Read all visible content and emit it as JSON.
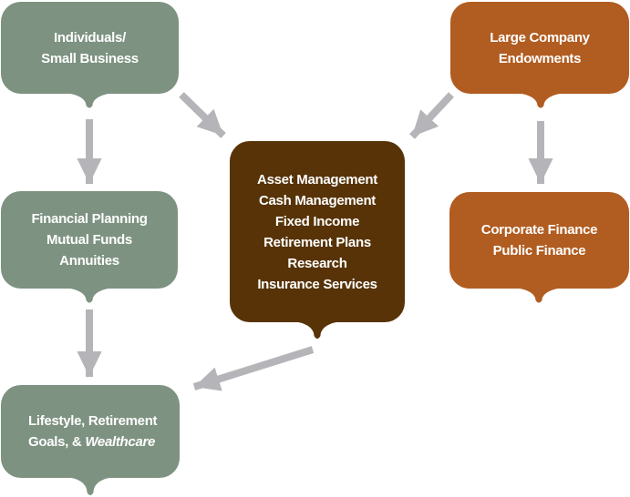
{
  "colors": {
    "sage_green": "#7D9281",
    "rust_orange": "#B15C20",
    "dark_brown": "#573307",
    "arrow_gray": "#B5B5B9",
    "label_text": "#FFFFFF"
  },
  "nodes": [
    {
      "id": "individuals-small-business",
      "lines": [
        "Individuals/",
        "Small Business"
      ]
    },
    {
      "id": "large-company-endowments",
      "lines": [
        "Large Company",
        "Endowments"
      ]
    },
    {
      "id": "services-hub",
      "lines": [
        "Asset Management",
        "Cash Management",
        "Fixed Income",
        "Retirement Plans",
        "Research",
        "Insurance Services"
      ]
    },
    {
      "id": "financial-planning-products",
      "lines": [
        "Financial Planning",
        "Mutual Funds",
        "Annuities"
      ]
    },
    {
      "id": "corporate-public-finance",
      "lines": [
        "Corporate Finance",
        "Public Finance"
      ]
    },
    {
      "id": "lifestyle-retirement-goals",
      "lines": [
        "Lifestyle, Retirement"
      ],
      "line2_prefix": "Goals, & ",
      "line2_italic": "Wealthcare"
    }
  ],
  "edges": [
    {
      "from": "individuals-small-business",
      "to": "financial-planning-products"
    },
    {
      "from": "individuals-small-business",
      "to": "services-hub"
    },
    {
      "from": "large-company-endowments",
      "to": "services-hub"
    },
    {
      "from": "large-company-endowments",
      "to": "corporate-public-finance"
    },
    {
      "from": "financial-planning-products",
      "to": "lifestyle-retirement-goals"
    },
    {
      "from": "services-hub",
      "to": "lifestyle-retirement-goals"
    }
  ]
}
